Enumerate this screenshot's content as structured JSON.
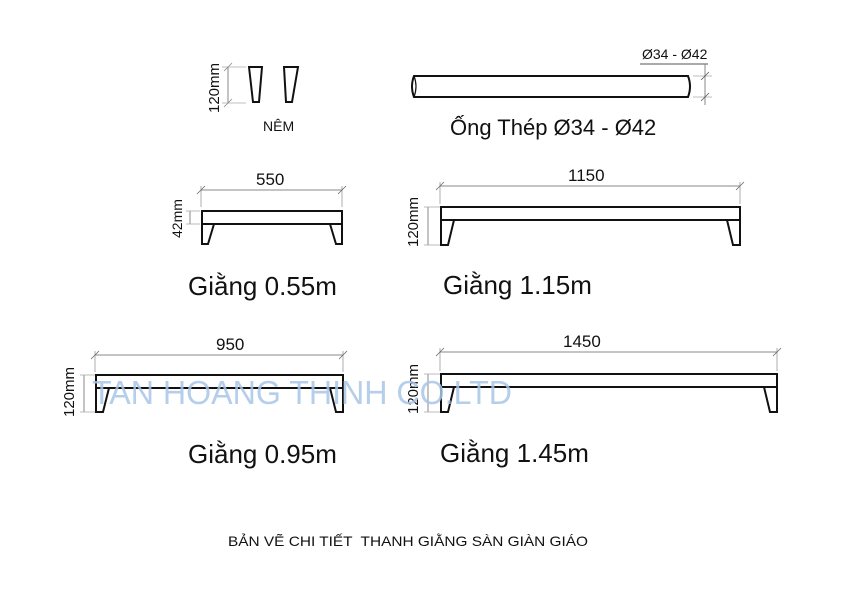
{
  "diagram": {
    "title": "BẢN VẼ CHI TIẾT  THANH GIẰNG SÀN GIÀN GIÁO",
    "watermark": "TAN HOANG THINH CO.LTD",
    "colors": {
      "line": "#111111",
      "dim_line": "#888888",
      "watermark": "#a8c6e6",
      "background": "#ffffff"
    },
    "parts": {
      "wedge": {
        "label": "NÊM",
        "height_dim": "120mm"
      },
      "pipe": {
        "label": "Ống Thép Ø34 - Ø42",
        "diameter_dim": "Ø34 - Ø42"
      },
      "brace_055": {
        "label": "Giằng 0.55m",
        "length_dim": "550",
        "height_dim": "42mm"
      },
      "brace_115": {
        "label": "Giằng 1.15m",
        "length_dim": "1150",
        "height_dim": "120mm"
      },
      "brace_095": {
        "label": "Giằng 0.95m",
        "length_dim": "950",
        "height_dim": "120mm"
      },
      "brace_145": {
        "label": "Giằng 1.45m",
        "length_dim": "1450",
        "height_dim": "120mm"
      }
    }
  }
}
